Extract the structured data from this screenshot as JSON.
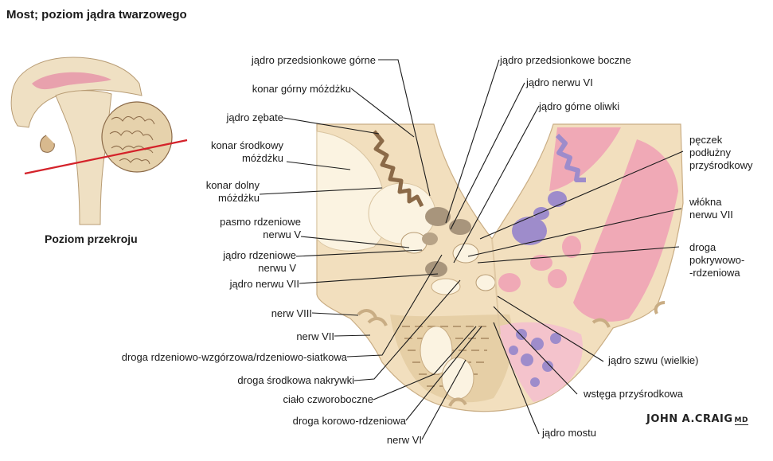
{
  "title": "Most; poziom jądra twarzowego",
  "inset_caption": "Poziom przekroju",
  "signature": {
    "name": "JOHN A.CRAIG",
    "suffix": "MD"
  },
  "labels_left": [
    {
      "id": "nucleus-vestibular-superior",
      "lines": [
        "jądro przedsionkowe górne"
      ]
    },
    {
      "id": "superior-cerebellar-peduncle",
      "lines": [
        "konar górny móżdżku"
      ]
    },
    {
      "id": "dentate-nucleus",
      "lines": [
        "jądro zębate"
      ]
    },
    {
      "id": "middle-cerebellar-peduncle",
      "lines": [
        "konar środkowy",
        "móżdżku"
      ]
    },
    {
      "id": "inferior-cerebellar-peduncle",
      "lines": [
        "konar dolny",
        "móżdżku"
      ]
    },
    {
      "id": "spinal-tract-v",
      "lines": [
        "pasmo rdzeniowe",
        "nerwu V"
      ]
    },
    {
      "id": "spinal-nucleus-v",
      "lines": [
        "jądro rdzeniowe",
        "nerwu  V"
      ]
    },
    {
      "id": "nucleus-vii",
      "lines": [
        "jądro nerwu VII"
      ]
    },
    {
      "id": "nerve-viii",
      "lines": [
        "nerw VIII"
      ]
    },
    {
      "id": "nerve-vii",
      "lines": [
        "nerw VII"
      ]
    },
    {
      "id": "spinothalamic-tract",
      "lines": [
        "droga rdzeniowo-wzgórzowa/rdzeniowo-siatkowa"
      ]
    },
    {
      "id": "central-tegmental-tract",
      "lines": [
        "droga środkowa nakrywki"
      ]
    },
    {
      "id": "trapezoid-body",
      "lines": [
        "ciało czworoboczne"
      ]
    },
    {
      "id": "corticospinal-tract",
      "lines": [
        "droga korowo-rdzeniowa"
      ]
    },
    {
      "id": "nerve-vi",
      "lines": [
        "nerw VI"
      ]
    }
  ],
  "labels_right": [
    {
      "id": "lateral-vestibular-nucleus",
      "lines": [
        "jądro przedsionkowe boczne"
      ]
    },
    {
      "id": "nucleus-vi",
      "lines": [
        "jądro nerwu VI"
      ]
    },
    {
      "id": "superior-olive",
      "lines": [
        "jądro górne oliwki"
      ]
    },
    {
      "id": "mlf",
      "lines": [
        "pęczek",
        "podłużny",
        "przyśrodkowy"
      ]
    },
    {
      "id": "fibers-vii",
      "lines": [
        "włókna",
        "nerwu VII"
      ]
    },
    {
      "id": "tectospinal-tract",
      "lines": [
        "droga",
        "pokrywowo-",
        "-rdzeniowa"
      ]
    },
    {
      "id": "raphe-nucleus",
      "lines": [
        "jądro szwu (wielkie)"
      ]
    },
    {
      "id": "medial-lemniscus",
      "lines": [
        "wstęga przyśrodkowa"
      ]
    },
    {
      "id": "pontine-nuclei",
      "lines": [
        "jądro mostu"
      ]
    }
  ],
  "colors": {
    "tissue": "#f2dfbe",
    "white_matter": "#fbf3e1",
    "gray_nuclei": "#a8957c",
    "pink_tracts": "#f0a9b6",
    "purple_nuclei": "#9e8ccb",
    "outline": "#8b6a48",
    "cut_line": "#d4222a"
  }
}
